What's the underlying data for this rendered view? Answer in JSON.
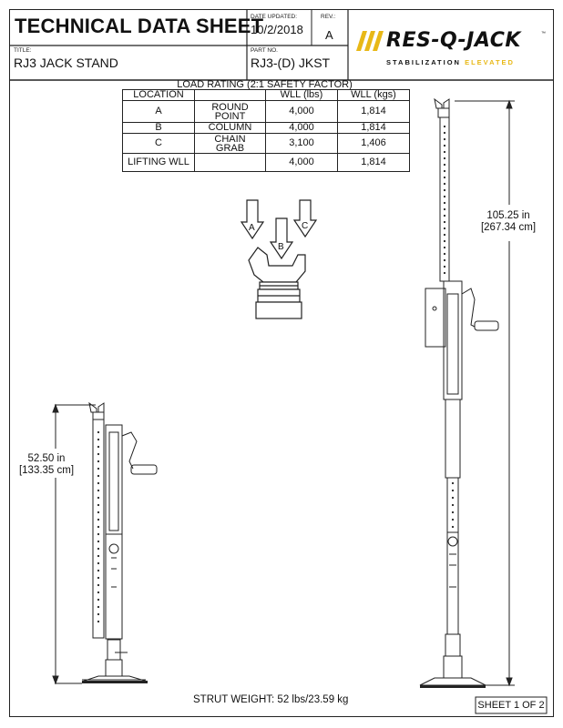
{
  "header": {
    "doc_title": "TECHNICAL DATA SHEET",
    "title_label": "TITLE:",
    "title_value": "RJ3 JACK STAND",
    "date_label": "DATE UPDATED:",
    "date_value": "10/2/2018",
    "rev_label": "REV.:",
    "rev_value": "A",
    "part_label": "PART NO.",
    "part_value": "RJ3-(D) JKST",
    "logo_name": "RES-Q-JACK",
    "logo_tagline_main": "STABILIZATION",
    "logo_tagline_accent": "ELEVATED",
    "accent_color": "#e8b817"
  },
  "load_table": {
    "caption": "LOAD RATING (2:1 SAFETY FACTOR)",
    "headers": [
      "LOCATION",
      "",
      "WLL (lbs)",
      "WLL (kgs)"
    ],
    "rows": [
      {
        "loc": "A",
        "desc": "ROUND POINT",
        "lbs": "4,000",
        "kgs": "1,814"
      },
      {
        "loc": "B",
        "desc": "COLUMN",
        "lbs": "4,000",
        "kgs": "1,814"
      },
      {
        "loc": "C",
        "desc": "CHAIN GRAB",
        "lbs": "3,100",
        "kgs": "1,406"
      },
      {
        "loc": "LIFTING WLL",
        "desc": "",
        "lbs": "4,000",
        "kgs": "1,814"
      }
    ]
  },
  "diagram": {
    "arrow_a": "A",
    "arrow_b": "B",
    "arrow_c": "C"
  },
  "dimensions": {
    "collapsed_in": "52.50 in",
    "collapsed_cm": "[133.35 cm]",
    "extended_in": "105.25 in",
    "extended_cm": "[267.34 cm]"
  },
  "footer": {
    "weight": "STRUT WEIGHT: 52 lbs/23.59 kg",
    "sheet": "SHEET 1 OF 2"
  }
}
